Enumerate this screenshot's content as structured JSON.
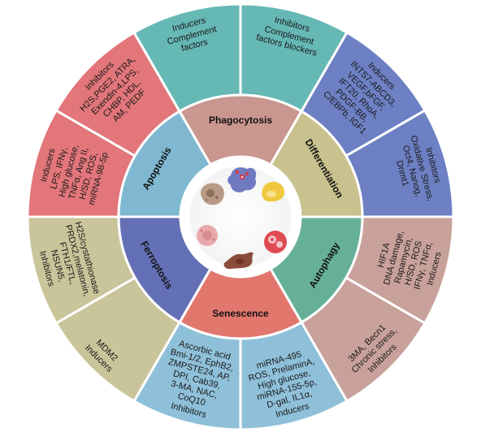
{
  "center": {
    "processes": [
      "Phagocytosis",
      "Differentiation",
      "Autophagy",
      "Senescence",
      "Ferroptosis",
      "Apoptosis"
    ]
  },
  "colors": {
    "phagocytosis": "#c9978f",
    "differentiation": "#c9c18e",
    "autophagy": "#66b09a",
    "senescence": "#e2776e",
    "ferroptosis": "#6470b5",
    "apoptosis": "#7fb8d0",
    "teal": "#66b8b5",
    "blue": "#6d80c4",
    "mauve": "#c9a19b",
    "lightblue": "#8fc0d9",
    "olive": "#c9c49a",
    "red": "#e2767a"
  },
  "outer": {
    "phago_inducers": {
      "title": "Inducers",
      "items": [
        "Complement",
        "factors"
      ]
    },
    "phago_inhibitors": {
      "title": "Inhibitors",
      "items": [
        "Complement",
        "factors blockers"
      ]
    },
    "diff_inducers": {
      "title": "Inducers",
      "items": [
        "INTS7-ABCD3,",
        "VEGF,bFGF,",
        "IFT20, RhoA,",
        "PDGF-BB,",
        "C/EBPb, IGF1"
      ]
    },
    "diff_inhibitors": {
      "title": "Inhibitors",
      "items": [
        "Oxidative Stress,",
        "Oct4, Nanog,",
        "Dnmt1"
      ]
    },
    "auto_inducers": {
      "title": "Inducers",
      "items": [
        "IFNγ, TNFα,",
        "H/SD, ROS",
        "Rapamycin,",
        "DNA damage,",
        "HIF1A"
      ]
    },
    "auto_inhibitors": {
      "title": "Inhibitors",
      "items": [
        "Chronic stress,",
        "3MA, Becn1"
      ]
    },
    "sen_inducers": {
      "title": "Inducers",
      "items": [
        "D-gal, IL1α,",
        "miRNA-155-5p,",
        "High glucose,",
        "ROS, PrelaminA,",
        "miRNA-495"
      ]
    },
    "sen_inhibitors": {
      "title": "Inhibitors",
      "items": [
        "CoQ10",
        "3-MA, NAC,",
        "DPI, Cab39,",
        "ZMPSTE24, AP,",
        "Bmi-1/2, EphB2,",
        "Ascorbic acid"
      ]
    },
    "ferro_inducers": {
      "title": "Inducers",
      "items": [
        "MDM2"
      ]
    },
    "ferro_inhibitors": {
      "title": "Inhibitors",
      "items": [
        "NSUN5,",
        "FTH1/FTL,",
        "PRDX2,melatonin,",
        "H2S/cystathionase"
      ]
    },
    "apo_inducers": {
      "title": "Inducers",
      "items": [
        "LPS, IFNγ,",
        "High glucose,",
        "TNFα, Ang II,",
        "H/SD, ROS,",
        "miRNA-98-5p"
      ]
    },
    "apo_inhibitors": {
      "title": "Inhibitors",
      "items": [
        "H2S,PGE2, ATRA,",
        "Exendin-4,LPS,",
        "CHBP, HDL,",
        "AM, PEDF"
      ]
    }
  }
}
